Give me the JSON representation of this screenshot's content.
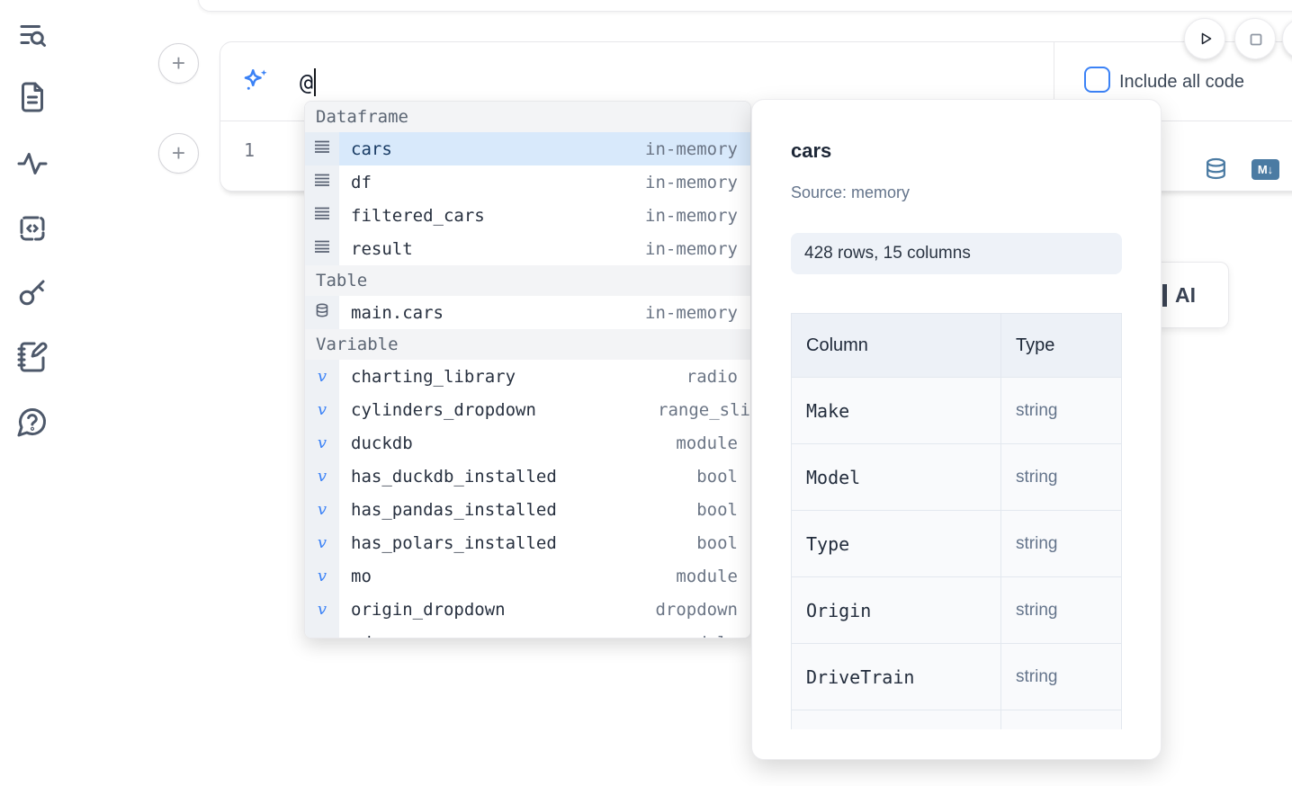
{
  "colors": {
    "accent_blue": "#3b82f6",
    "steel_blue": "#4b7ba3",
    "selected_row_bg": "#d8e9fb"
  },
  "sidebar": {
    "icons": [
      "list-search-icon",
      "file-text-icon",
      "activity-icon",
      "code-square-icon",
      "key-icon",
      "notebook-pen-icon",
      "help-chat-icon"
    ]
  },
  "cell": {
    "add_button_label": "+",
    "prompt": {
      "value": "@",
      "icon": "sparkles-ai-icon"
    },
    "include_all_code_label": "Include all code",
    "line_number": "1",
    "markdown_icon_label": "M↓"
  },
  "autocomplete": {
    "sections": [
      {
        "label": "Dataframe",
        "items": [
          {
            "name": "cars",
            "type": "in-memory",
            "selected": true
          },
          {
            "name": "df",
            "type": "in-memory"
          },
          {
            "name": "filtered_cars",
            "type": "in-memory"
          },
          {
            "name": "result",
            "type": "in-memory"
          }
        ]
      },
      {
        "label": "Table",
        "items": [
          {
            "name": "main.cars",
            "type": "in-memory"
          }
        ]
      },
      {
        "label": "Variable",
        "items": [
          {
            "name": "charting_library",
            "type": "radio"
          },
          {
            "name": "cylinders_dropdown",
            "type": "range_sli"
          },
          {
            "name": "duckdb",
            "type": "module"
          },
          {
            "name": "has_duckdb_installed",
            "type": "bool"
          },
          {
            "name": "has_pandas_installed",
            "type": "bool"
          },
          {
            "name": "has_polars_installed",
            "type": "bool"
          },
          {
            "name": "mo",
            "type": "module"
          },
          {
            "name": "origin_dropdown",
            "type": "dropdown"
          },
          {
            "name": "pd",
            "type": "module"
          }
        ]
      }
    ]
  },
  "preview_panel": {
    "title": "cars",
    "source": "Source: memory",
    "shape_badge": "428 rows, 15 columns",
    "table": {
      "headers": [
        "Column",
        "Type"
      ],
      "rows": [
        [
          "Make",
          "string"
        ],
        [
          "Model",
          "string"
        ],
        [
          "Type",
          "string"
        ],
        [
          "Origin",
          "string"
        ],
        [
          "DriveTrain",
          "string"
        ]
      ]
    }
  },
  "ai_button": {
    "label": "AI"
  }
}
